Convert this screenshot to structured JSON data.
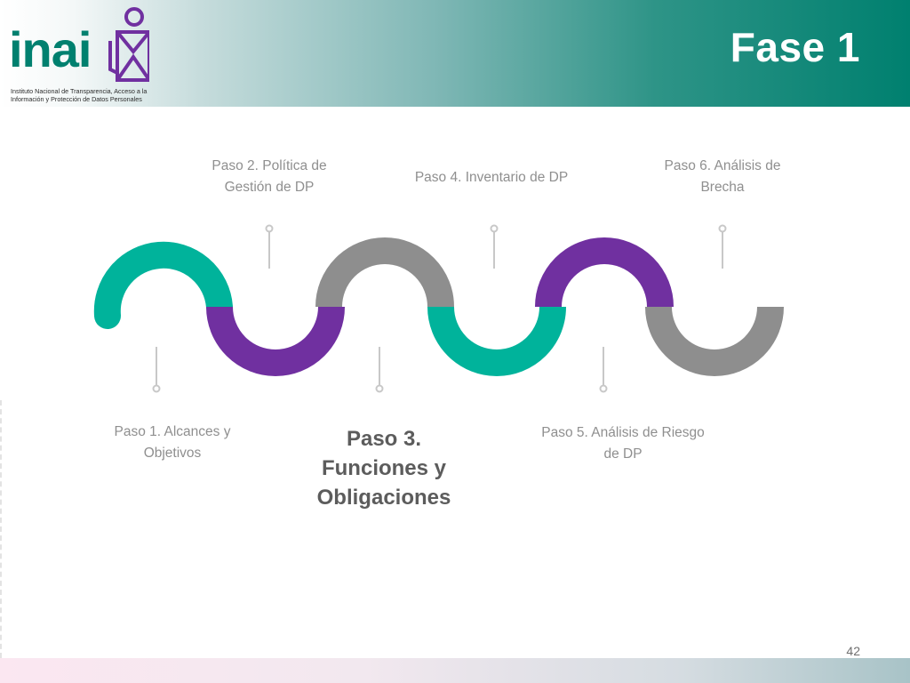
{
  "slide": {
    "title": "Fase 1",
    "page_number": "42"
  },
  "logo": {
    "name": "inai",
    "subtitle_lines": [
      "Instituto Nacional de Transparencia, Acceso a la",
      "Información y Protección de Datos Personales"
    ]
  },
  "steps": [
    {
      "label": "Paso 1. Alcances y Objetivos",
      "lines": [
        "Paso 1. Alcances y",
        "Objetivos"
      ],
      "color": "#00b39b",
      "active": false
    },
    {
      "label": "Paso 2. Política de Gestión de DP",
      "lines": [
        "Paso 2. Política de",
        "Gestión de DP"
      ],
      "color": "#7030a0",
      "active": false
    },
    {
      "label": "Paso 3. Funciones y Obligaciones",
      "lines": [
        "Paso 3.",
        "Funciones y",
        "Obligaciones"
      ],
      "color": "#8e8e8e",
      "active": true
    },
    {
      "label": "Paso 4. Inventario de DP",
      "lines": [
        "Paso 4. Inventario de DP"
      ],
      "color": "#00b39b",
      "active": false
    },
    {
      "label": "Paso 5. Análisis de Riesgo de DP",
      "lines": [
        "Paso 5. Análisis de Riesgo",
        "de DP"
      ],
      "color": "#7030a0",
      "active": false
    },
    {
      "label": "Paso 6. Análisis de Brecha",
      "lines": [
        "Paso 6. Análisis de",
        "Brecha"
      ],
      "color": "#8e8e8e",
      "active": false
    }
  ],
  "colors": {
    "teal": "#00b39b",
    "purple": "#7030a0",
    "gray": "#8e8e8e",
    "header_teal": "#00806f",
    "label_gray": "#8f8f8f"
  }
}
